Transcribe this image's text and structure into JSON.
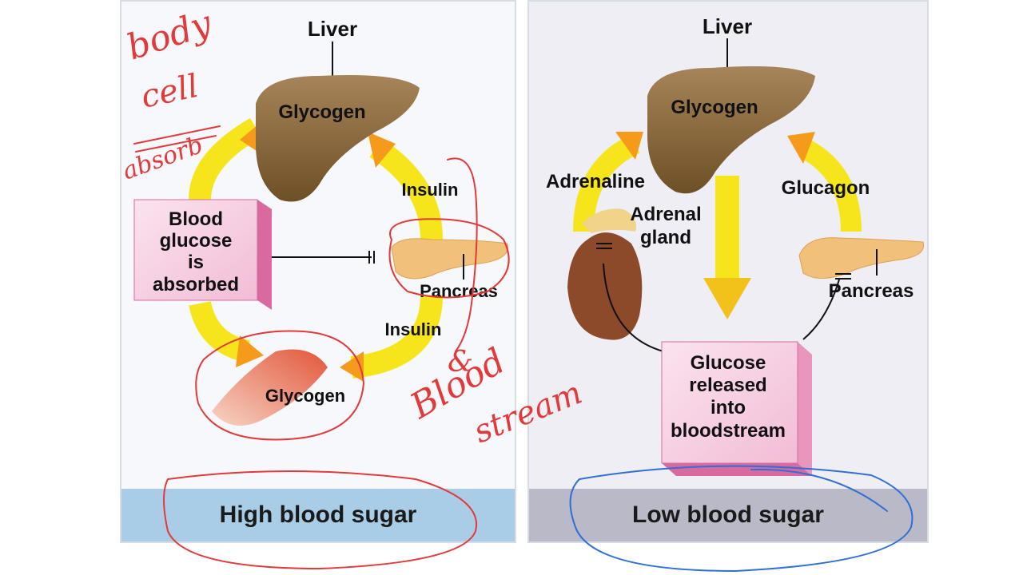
{
  "left_panel": {
    "liver_label": "Liver",
    "liver_glycogen": "Glycogen",
    "box_lines": [
      "Blood",
      "glucose",
      "is",
      "absorbed"
    ],
    "insulin_top": "Insulin",
    "insulin_bottom": "Insulin",
    "pancreas_label": "Pancreas",
    "muscle_glycogen": "Glycogen",
    "footer": "High blood sugar"
  },
  "right_panel": {
    "liver_label": "Liver",
    "liver_glycogen": "Glycogen",
    "adrenaline": "Adrenaline",
    "adrenal_gland_lines": [
      "Adrenal",
      "gland"
    ],
    "glucagon": "Glucagon",
    "pancreas_label": "Pancreas",
    "box_lines": [
      "Glucose",
      "released",
      "into",
      "bloodstream"
    ],
    "footer": "Low blood sugar"
  },
  "handwriting": {
    "words": [
      "body",
      "cell",
      "absorb",
      "&",
      "Blood",
      "stream"
    ],
    "colors": {
      "red": "#e23a3a",
      "blue": "#2f6fd6"
    }
  },
  "colors": {
    "arrow_yellow": "#f5e51a",
    "arrow_orange": "#f59a1a",
    "liver_brown": "#8a6a3a",
    "box_pink": "#f4c6dd",
    "kidney_brown": "#8c4a2a",
    "pancreas_tan": "#f1c07a"
  }
}
